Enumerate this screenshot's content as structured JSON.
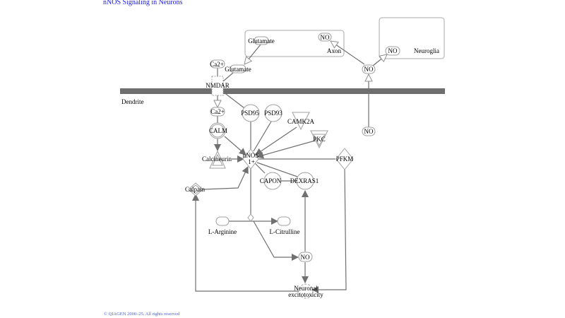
{
  "title": "nNOS Signaling in Neurons",
  "copyright": "© QIAGEN 2000–25. All rights reserved",
  "colors": {
    "title": "#1a1adb",
    "membrane": "#6e6e6e",
    "edge": "#707070",
    "node_stroke": "#a0a0a0"
  },
  "compartments": {
    "axon": "Axon",
    "neuroglia": "Neuroglia",
    "dendrite": "Dendrite"
  },
  "nodes": {
    "glutamate_axon": "Glutamate",
    "no_axon": "NO",
    "glutamate": "Glutamate",
    "ca2_top": "Ca2+",
    "nmdar": "NMDAR",
    "no_neuroglia": "NO",
    "no_mid": "NO",
    "no_dendrite": "NO",
    "ca2": "Ca2+",
    "calm": "CALM",
    "calcineurin": "Calcineurin",
    "psd95": "PSD95",
    "psd93": "PSD93",
    "camk2a": "CAMK2A",
    "pkc": "PKC",
    "nnos_1": "nNOS",
    "nnos_2": "1+",
    "pfkm": "PFKM",
    "capon": "CAPON",
    "dexras1": "DEXRAS1",
    "calpain": "Calpain",
    "l_arginine": "L-Arginine",
    "l_citrulline": "L-Citrulline",
    "no_bottom": "NO",
    "excito_1": "Neuronal",
    "excito_2": "excitotoxicity"
  }
}
